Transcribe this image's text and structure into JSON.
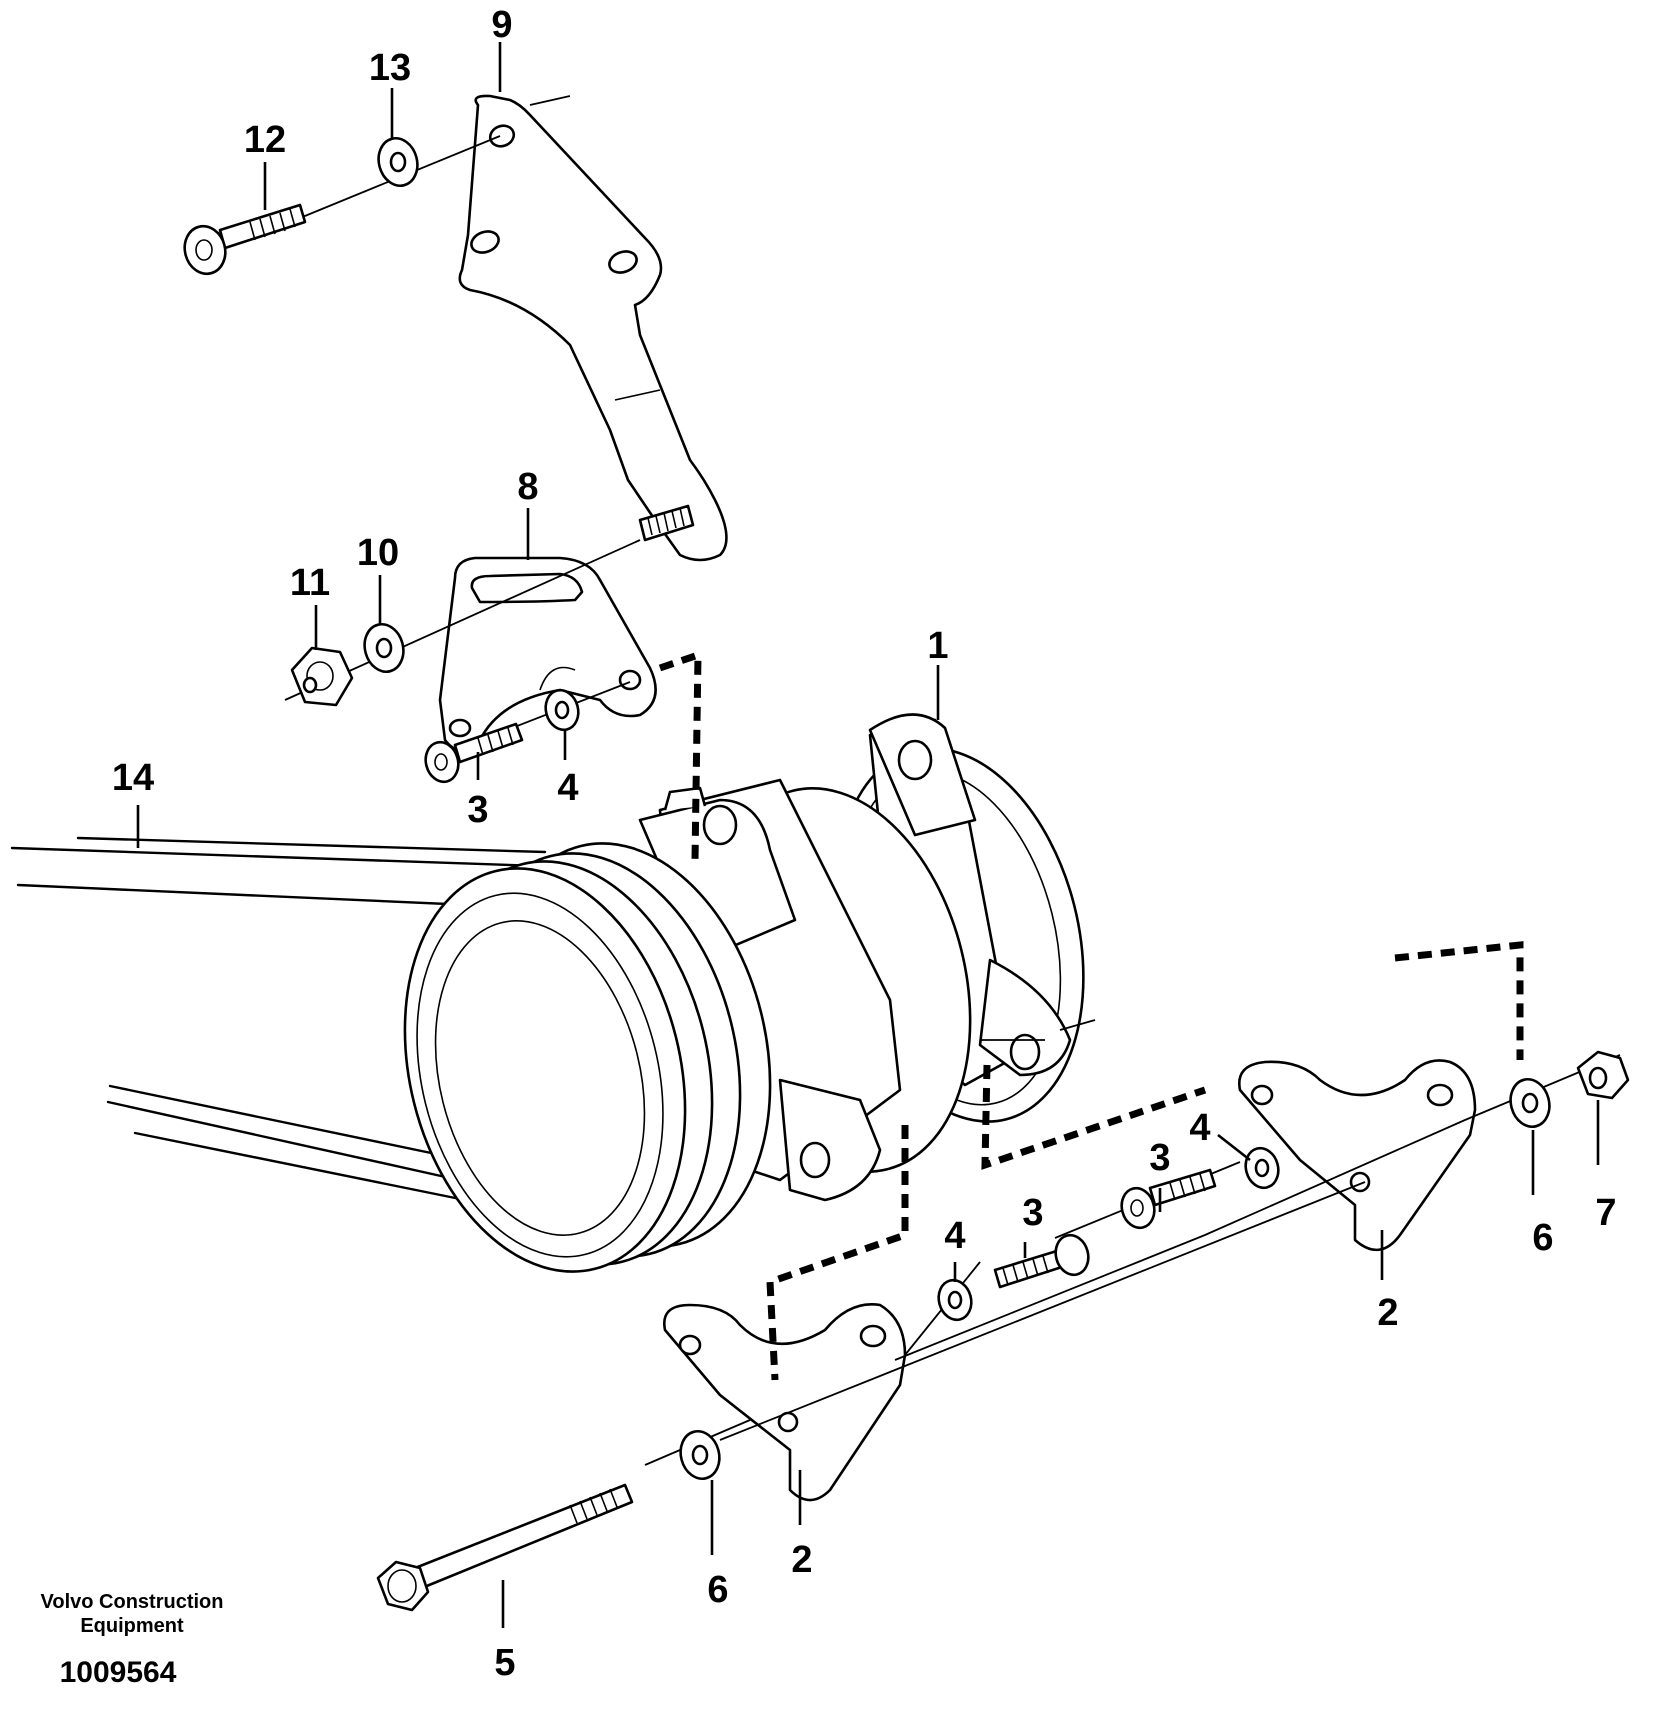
{
  "diagram": {
    "callouts": {
      "c1": "1",
      "c2a": "2",
      "c2b": "2",
      "c3a": "3",
      "c3b": "3",
      "c3c": "3",
      "c4a": "4",
      "c4b": "4",
      "c4c": "4",
      "c5": "5",
      "c6a": "6",
      "c6b": "6",
      "c7": "7",
      "c8": "8",
      "c9": "9",
      "c10": "10",
      "c11": "11",
      "c12": "12",
      "c13": "13",
      "c14": "14"
    },
    "brand_line1": "Volvo Construction",
    "brand_line2": "Equipment",
    "doc_number": "1009564"
  }
}
